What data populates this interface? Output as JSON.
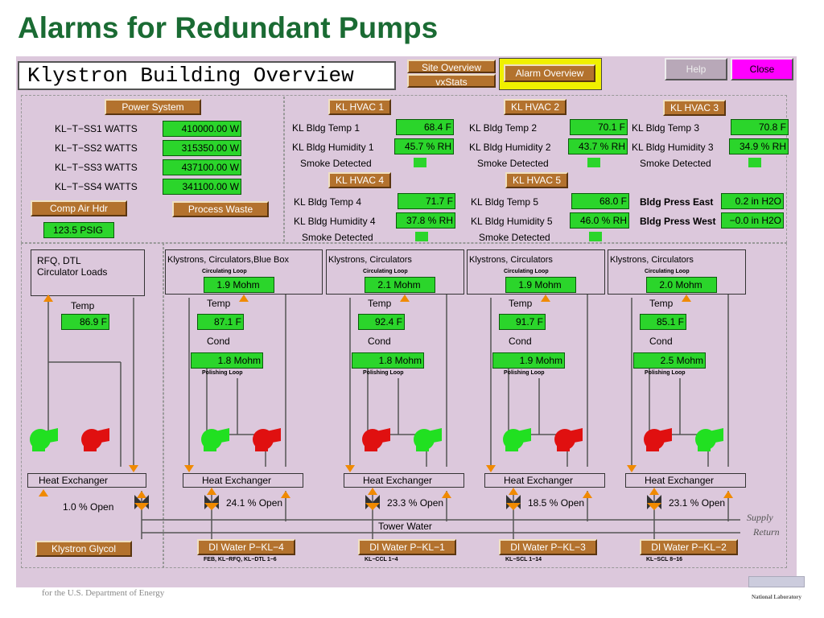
{
  "slide_title": "Alarms for Redundant Pumps",
  "footer": "for the U.S. Department of Energy",
  "logo_text": "National Laboratory",
  "window_title": "Klystron Building Overview",
  "nav": {
    "site_overview": "Site Overview",
    "vxstats": "vxStats",
    "alarm_overview": "Alarm Overview",
    "help": "Help",
    "close": "Close"
  },
  "power": {
    "button": "Power System",
    "rows": [
      {
        "label": "KL−T−SS1 WATTS",
        "value": "410000.00 W"
      },
      {
        "label": "KL−T−SS2 WATTS",
        "value": "315350.00 W"
      },
      {
        "label": "KL−T−SS3 WATTS",
        "value": "437100.00 W"
      },
      {
        "label": "KL−T−SS4 WATTS",
        "value": "341100.00 W"
      }
    ]
  },
  "comp_air": {
    "button": "Comp Air Hdr",
    "value": "123.5 PSIG"
  },
  "process_waste": "Process Waste",
  "hvac": [
    {
      "button": "KL HVAC 1",
      "temp_label": "KL Bldg Temp 1",
      "temp": "68.4 F",
      "hum_label": "KL Bldg Humidity 1",
      "hum": "45.7 % RH",
      "smoke": "Smoke Detected"
    },
    {
      "button": "KL HVAC 2",
      "temp_label": "KL Bldg Temp 2",
      "temp": "70.1 F",
      "hum_label": "KL Bldg Humidity 2",
      "hum": "43.7 % RH",
      "smoke": "Smoke Detected"
    },
    {
      "button": "KL HVAC 3",
      "temp_label": "KL Bldg Temp 3",
      "temp": "70.8 F",
      "hum_label": "KL Bldg Humidity 3",
      "hum": "34.9 % RH",
      "smoke": "Smoke Detected"
    },
    {
      "button": "KL HVAC 4",
      "temp_label": "KL Bldg Temp 4",
      "temp": "71.7 F",
      "hum_label": "KL Bldg Humidity 4",
      "hum": "37.8 % RH",
      "smoke": "Smoke Detected"
    },
    {
      "button": "KL HVAC 5",
      "temp_label": "KL Bldg Temp 5",
      "temp": "68.0 F",
      "hum_label": "KL Bldg Humidity 5",
      "hum": "46.0 % RH",
      "smoke": "Smoke Detected"
    }
  ],
  "press": {
    "east_label": "Bldg Press East",
    "east": "0.2 in H2O",
    "west_label": "Bldg Press West",
    "west": "−0.0 in H2O"
  },
  "rfq": {
    "title": "RFQ, DTL\nCirculator Loads",
    "temp_label": "Temp",
    "temp": "86.9 F",
    "hx": "Heat Exchanger",
    "open": "1.0 % Open",
    "button": "Klystron Glycol"
  },
  "loops": [
    {
      "title": "Klystrons, Circulators,Blue Box",
      "circ_label": "Circulating Loop",
      "circ": "1.9 Mohm",
      "temp_label": "Temp",
      "temp": "87.1 F",
      "cond_label": "Cond",
      "cond": "1.8 Mohm",
      "pol_label": "Polishing Loop",
      "hx": "Heat Exchanger",
      "open": "24.1 % Open",
      "button": "DI Water P−KL−4",
      "sub": "FEB, KL−RFQ, KL−DTL 1−6",
      "pumps": [
        "#21e021",
        "#e01010"
      ]
    },
    {
      "title": "Klystrons, Circulators",
      "circ_label": "Circulating Loop",
      "circ": "2.1 Mohm",
      "temp_label": "Temp",
      "temp": "92.4 F",
      "cond_label": "Cond",
      "cond": "1.8 Mohm",
      "pol_label": "Polishing Loop",
      "hx": "Heat Exchanger",
      "open": "23.3 % Open",
      "button": "DI Water P−KL−1",
      "sub": "KL−CCL 1−4",
      "pumps": [
        "#e01010",
        "#21e021"
      ]
    },
    {
      "title": "Klystrons, Circulators",
      "circ_label": "Circulating Loop",
      "circ": "1.9 Mohm",
      "temp_label": "Temp",
      "temp": "91.7 F",
      "cond_label": "Cond",
      "cond": "1.9 Mohm",
      "pol_label": "Polishing Loop",
      "hx": "Heat Exchanger",
      "open": "18.5 % Open",
      "button": "DI Water P−KL−3",
      "sub": "KL−SCL 1−14",
      "pumps": [
        "#21e021",
        "#e01010"
      ]
    },
    {
      "title": "Klystrons, Circulators",
      "circ_label": "Circulating Loop",
      "circ": "2.0 Mohm",
      "temp_label": "Temp",
      "temp": "85.1 F",
      "cond_label": "Cond",
      "cond": "2.5 Mohm",
      "pol_label": "Polishing Loop",
      "hx": "Heat Exchanger",
      "open": "23.1 % Open",
      "button": "DI Water P−KL−2",
      "sub": "KL−SCL 8−16",
      "pumps": [
        "#e01010",
        "#21e021"
      ]
    }
  ],
  "glycol_pumps": [
    "#21e021",
    "#e01010"
  ],
  "rfq_pumps": [
    "#21e021",
    "#e01010"
  ],
  "tower_water": "Tower Water",
  "supply": "Supply",
  "return": "Return"
}
